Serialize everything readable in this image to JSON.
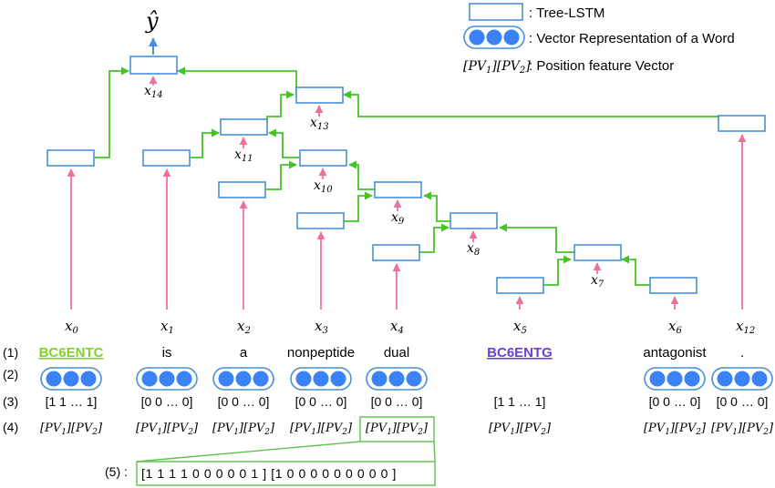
{
  "legend": {
    "tree_lstm": ": Tree-LSTM",
    "vector_rep": ": Vector Representation of a Word",
    "pv1": "[PV",
    "pv1_sub": "1",
    "pv2": "][PV",
    "pv2_sub": "2",
    "pv_close": "]",
    "pv_desc": ": Position feature Vector"
  },
  "output_label": "ŷ",
  "node_labels": {
    "x14": {
      "base": "x",
      "sub": "14"
    },
    "x13": {
      "base": "x",
      "sub": "13"
    },
    "x11": {
      "base": "x",
      "sub": "11"
    },
    "x10": {
      "base": "x",
      "sub": "10"
    },
    "x9": {
      "base": "x",
      "sub": "9"
    },
    "x8": {
      "base": "x",
      "sub": "8"
    },
    "x7": {
      "base": "x",
      "sub": "7"
    }
  },
  "row_labels": [
    "(1)",
    "(2)",
    "(3)",
    "(4)",
    "(5) :"
  ],
  "columns": [
    {
      "x": {
        "base": "x",
        "sub": "0"
      },
      "word": "BC6ENTC",
      "word_color": "#7ed321",
      "underline": true,
      "vec": "[1 1 … 1]",
      "pv": true,
      "circles": true
    },
    {
      "x": {
        "base": "x",
        "sub": "1"
      },
      "word": "is",
      "word_color": "#000000",
      "underline": false,
      "vec": "[0 0 … 0]",
      "pv": true,
      "circles": true
    },
    {
      "x": {
        "base": "x",
        "sub": "2"
      },
      "word": "a",
      "word_color": "#000000",
      "underline": false,
      "vec": "[0 0 … 0]",
      "pv": true,
      "circles": true
    },
    {
      "x": {
        "base": "x",
        "sub": "3"
      },
      "word": "nonpeptide",
      "word_color": "#000000",
      "underline": false,
      "vec": "[0 0 … 0]",
      "pv": true,
      "circles": true
    },
    {
      "x": {
        "base": "x",
        "sub": "4"
      },
      "word": "dual",
      "word_color": "#000000",
      "underline": false,
      "vec": "[0 0 … 0]",
      "pv": true,
      "circles": true
    },
    {
      "x": {
        "base": "x",
        "sub": "5"
      },
      "word": "BC6ENTG",
      "word_color": "#6b3fd4",
      "underline": true,
      "vec": "[1 1 … 1]",
      "pv": true,
      "circles": false
    },
    {
      "x": {
        "base": "x",
        "sub": "6"
      },
      "word": "antagonist",
      "word_color": "#000000",
      "underline": false,
      "vec": "[0 0 … 0]",
      "pv": true,
      "circles": true
    },
    {
      "x": {
        "base": "x",
        "sub": "12"
      },
      "word": ".",
      "word_color": "#000000",
      "underline": false,
      "vec": "[0 0 … 0]",
      "pv": true,
      "circles": true
    }
  ],
  "expanded_vector": "[1 1 1 1 0 0 0 0 0 1 ] [1 0 0 0 0 0 0 0 0 0 ]",
  "colors": {
    "box_border": "#4a90d9",
    "edge": "#44c424",
    "input_arrow": "#f06fa0",
    "output_arrow": "#4a90d9",
    "circle_fill": "#3b82f6",
    "highlight": "#5cc24a"
  }
}
